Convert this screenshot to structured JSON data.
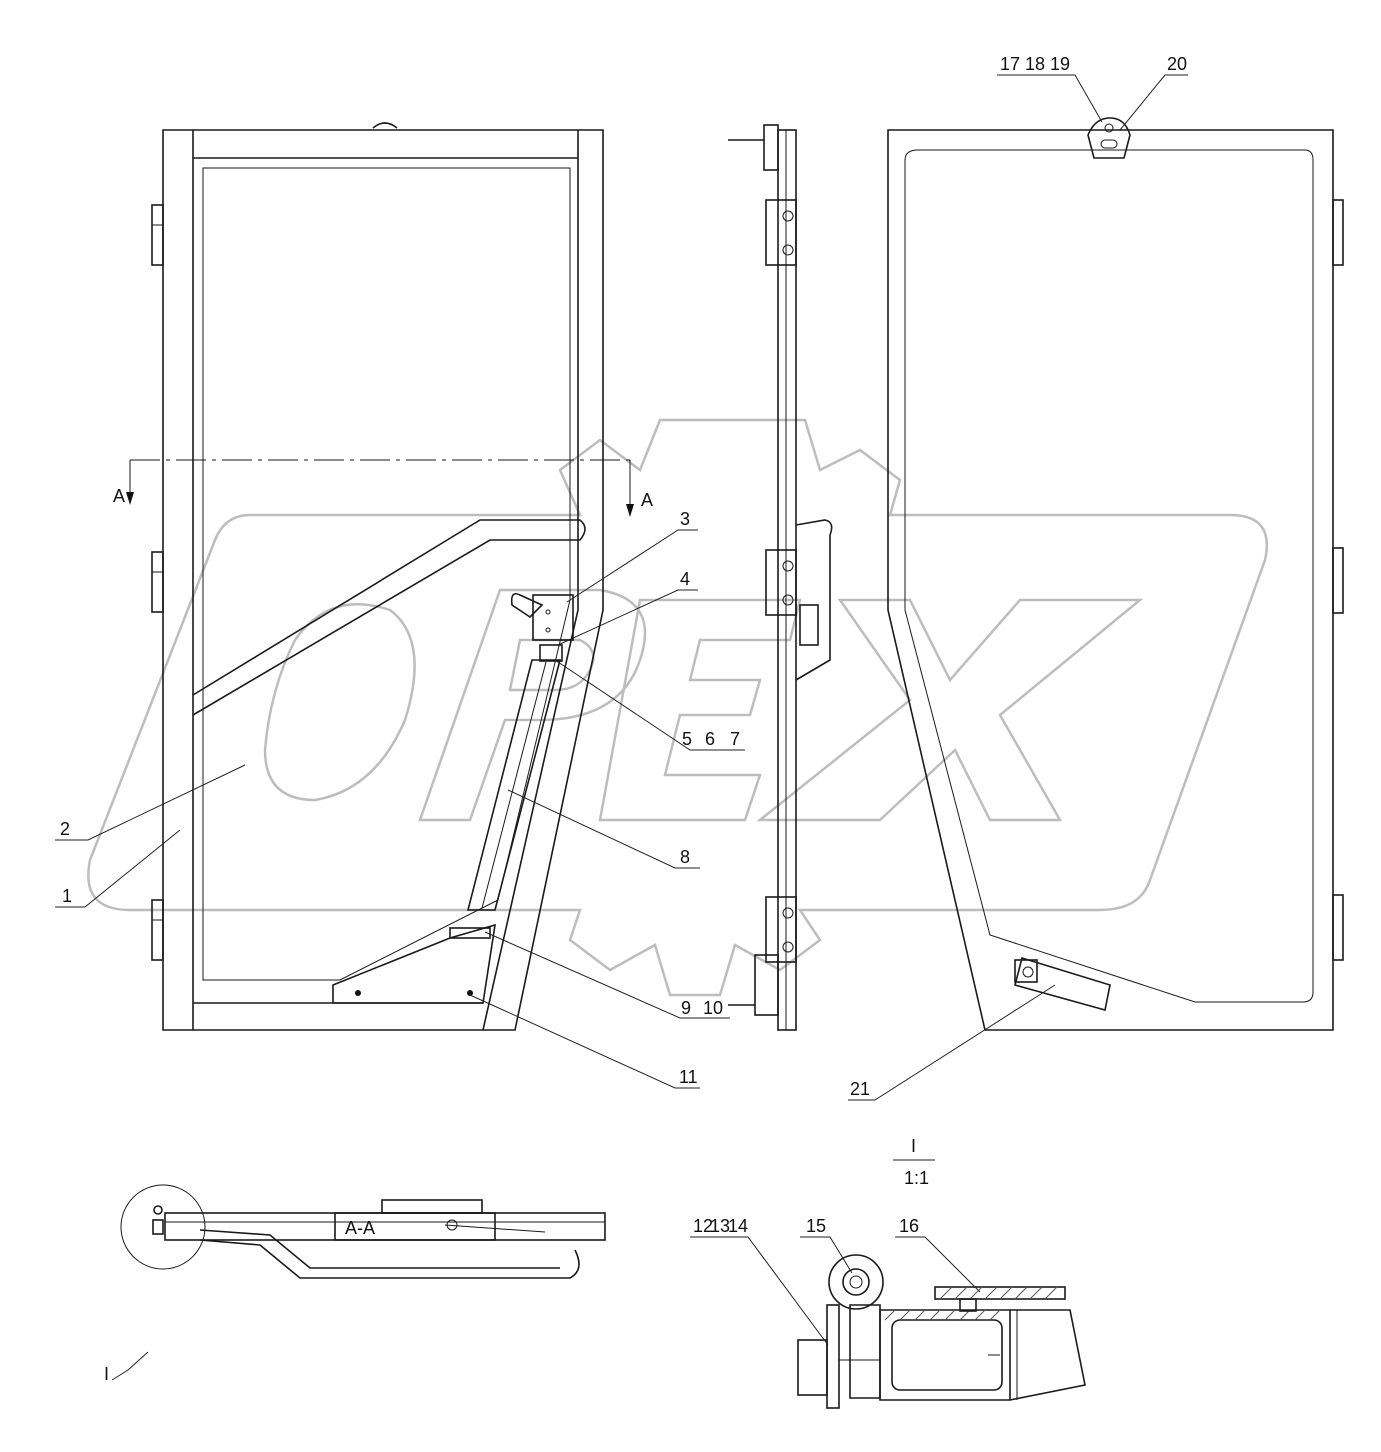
{
  "watermark": {
    "text": "OPEX",
    "color": "#bdbdbd"
  },
  "section": {
    "label_left": "A",
    "label_right": "A",
    "title": "A-A"
  },
  "detail": {
    "marker": "I",
    "title": "I",
    "scale": "1:1"
  },
  "callouts": {
    "c1": "1",
    "c2": "2",
    "c3": "3",
    "c4": "4",
    "c5": "5",
    "c6": "6",
    "c7": "7",
    "c8": "8",
    "c9": "9",
    "c10": "10",
    "c11": "11",
    "c12": "12",
    "c13": "13",
    "c14": "14",
    "c15": "15",
    "c16": "16",
    "c17": "17",
    "c18": "18",
    "c19": "19",
    "c20": "20",
    "c21": "21"
  }
}
